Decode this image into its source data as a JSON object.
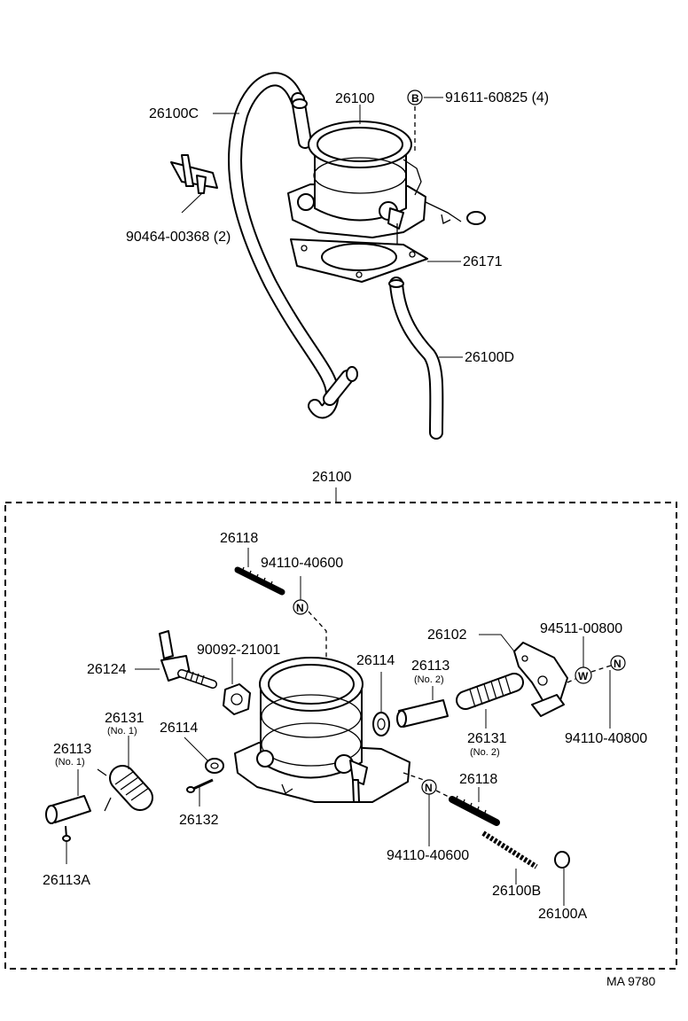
{
  "upper": {
    "throttle_body": "26100",
    "hose_c": "26100C",
    "bolt": "91611-60825 (4)",
    "bolt_symbol": "B",
    "clamp": "90464-00368 (2)",
    "gasket": "26171",
    "hose_d": "26100D"
  },
  "lower": {
    "assembly": "26100",
    "screw_top": "26118",
    "nut_top": "94110-40600",
    "nut_top_symbol": "N",
    "sensor": "26124",
    "nut_sensor": "90092-21001",
    "washer_upper": "26114",
    "collar_no2": "26113",
    "collar_no2_sub": "(No. 2)",
    "lever": "26102",
    "washer_w": "94511-00800",
    "washer_w_symbol": "W",
    "nut_right_symbol": "N",
    "nut_right": "94110-40800",
    "spring_no1": "26131",
    "spring_no1_sub": "(No. 1)",
    "washer_lower": "26114",
    "spring_no2": "26131",
    "spring_no2_sub": "(No. 2)",
    "collar_no1": "26113",
    "collar_no1_sub": "(No. 1)",
    "screw_small": "26132",
    "screw_bottom": "26118",
    "nut_bottom_symbol": "N",
    "nut_bottom": "94110-40600",
    "pin": "26113A",
    "chain": "26100B",
    "cap": "26100A"
  },
  "diagram_code": "MA  9780"
}
